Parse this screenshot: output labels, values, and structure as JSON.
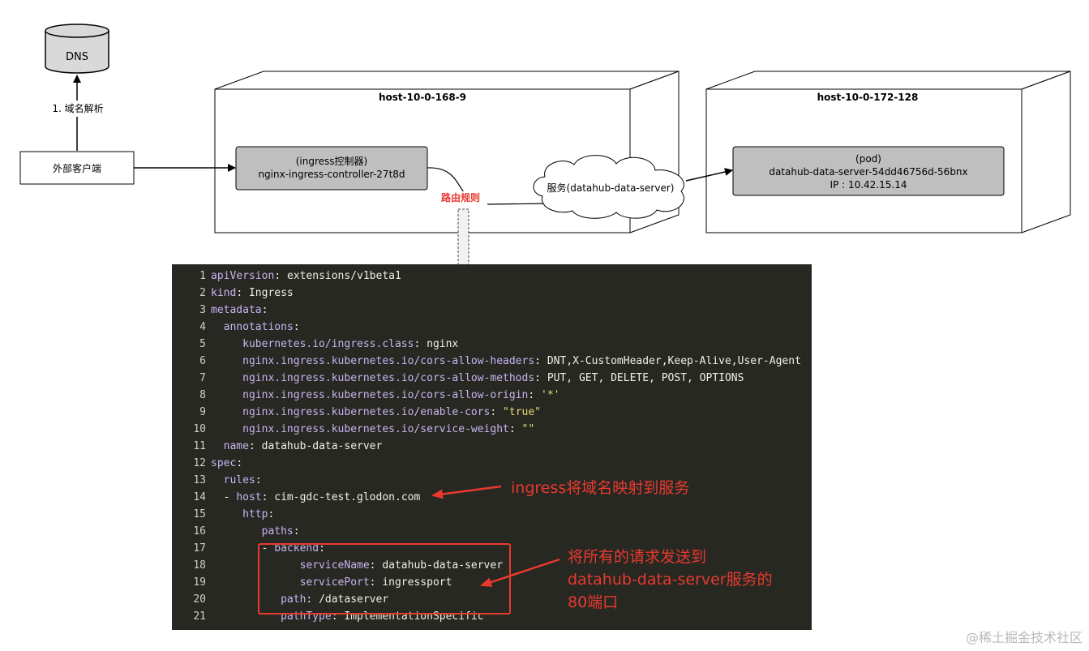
{
  "diagram": {
    "dns": "DNS",
    "resolve_label": "1. 域名解析",
    "client": "外部客户端",
    "host1": "host-10-0-168-9",
    "host2": "host-10-0-172-128",
    "controller_line1": "(ingress控制器)",
    "controller_line2": "nginx-ingress-controller-27t8d",
    "route_label": "路由规则",
    "service_cloud": "服务(datahub-data-server)",
    "pod_line1": "(pod)",
    "pod_line2": "datahub-data-server-54dd46756d-56bnx",
    "pod_line3": "IP : 10.42.15.14"
  },
  "code": {
    "lines": [
      {
        "n": "1",
        "key": "apiVersion",
        "indent": "",
        "dash": "",
        "val": "extensions/v1beta1",
        "vcls": "pl"
      },
      {
        "n": "2",
        "key": "kind",
        "indent": "",
        "dash": "",
        "val": "Ingress",
        "vcls": "pl"
      },
      {
        "n": "3",
        "key": "metadata",
        "indent": "",
        "dash": "",
        "val": "",
        "vcls": "pl"
      },
      {
        "n": "4",
        "key": "annotations",
        "indent": "  ",
        "dash": "",
        "val": "",
        "vcls": "pl"
      },
      {
        "n": "5",
        "key": "kubernetes.io/ingress.class",
        "indent": "     ",
        "dash": "",
        "val": "nginx",
        "vcls": "pl"
      },
      {
        "n": "6",
        "key": "nginx.ingress.kubernetes.io/cors-allow-headers",
        "indent": "     ",
        "dash": "",
        "val": "DNT,X-CustomHeader,Keep-Alive,User-Agent",
        "vcls": "pl"
      },
      {
        "n": "7",
        "key": "nginx.ingress.kubernetes.io/cors-allow-methods",
        "indent": "     ",
        "dash": "",
        "val": "PUT, GET, DELETE, POST, OPTIONS",
        "vcls": "pl"
      },
      {
        "n": "8",
        "key": "nginx.ingress.kubernetes.io/cors-allow-origin",
        "indent": "     ",
        "dash": "",
        "val": "'*'",
        "vcls": "st"
      },
      {
        "n": "9",
        "key": "nginx.ingress.kubernetes.io/enable-cors",
        "indent": "     ",
        "dash": "",
        "val": "\"true\"",
        "vcls": "st"
      },
      {
        "n": "10",
        "key": "nginx.ingress.kubernetes.io/service-weight",
        "indent": "     ",
        "dash": "",
        "val": "\"\"",
        "vcls": "st"
      },
      {
        "n": "11",
        "key": "name",
        "indent": "  ",
        "dash": "",
        "val": "datahub-data-server",
        "vcls": "pl"
      },
      {
        "n": "12",
        "key": "spec",
        "indent": "",
        "dash": "",
        "val": "",
        "vcls": "pl"
      },
      {
        "n": "13",
        "key": "rules",
        "indent": "  ",
        "dash": "",
        "val": "",
        "vcls": "pl"
      },
      {
        "n": "14",
        "key": "host",
        "indent": "  ",
        "dash": "- ",
        "val": "cim-gdc-test.glodon.com",
        "vcls": "pl"
      },
      {
        "n": "15",
        "key": "http",
        "indent": "     ",
        "dash": "",
        "val": "",
        "vcls": "pl"
      },
      {
        "n": "16",
        "key": "paths",
        "indent": "        ",
        "dash": "",
        "val": "",
        "vcls": "pl"
      },
      {
        "n": "17",
        "key": "backend",
        "indent": "        ",
        "dash": "- ",
        "val": "",
        "vcls": "pl"
      },
      {
        "n": "18",
        "key": "serviceName",
        "indent": "              ",
        "dash": "",
        "val": "datahub-data-server",
        "vcls": "pl"
      },
      {
        "n": "19",
        "key": "servicePort",
        "indent": "              ",
        "dash": "",
        "val": "ingressport",
        "vcls": "pl"
      },
      {
        "n": "20",
        "key": "path",
        "indent": "           ",
        "dash": "",
        "val": "/dataserver",
        "vcls": "pl"
      },
      {
        "n": "21",
        "key": "pathType",
        "indent": "           ",
        "dash": "",
        "val": "ImplementationSpecific",
        "vcls": "pl"
      }
    ]
  },
  "annotations": {
    "host_note": "ingress将域名映射到服务",
    "backend_note_line1": "将所有的请求发送到",
    "backend_note_line2": "datahub-data-server服务的",
    "backend_note_line3": "80端口"
  },
  "watermark": "@稀土掘金技术社区",
  "colors": {
    "annotation_red": "#e8392f",
    "editor_bg": "#272822",
    "key_purple": "#c8b4f0",
    "string_yellow": "#e6db74"
  }
}
